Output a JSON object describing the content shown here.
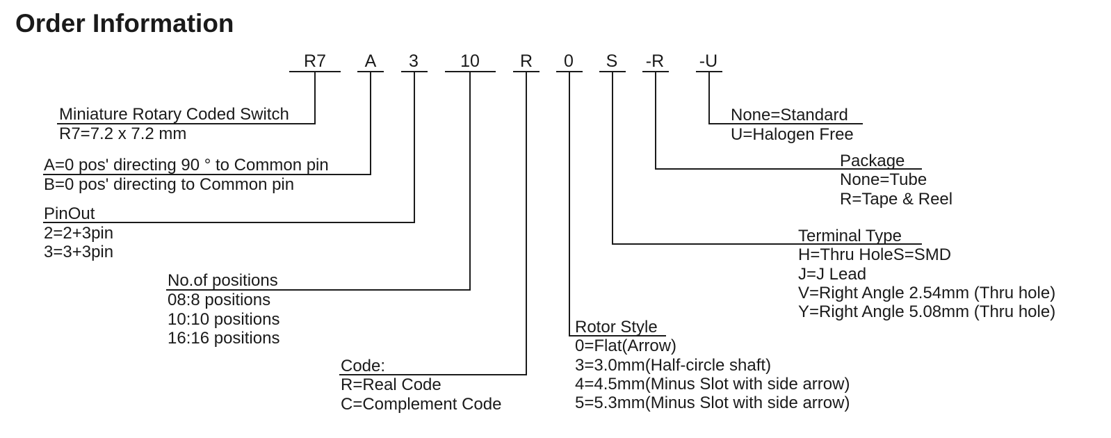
{
  "title": "Order Information",
  "code_segments": [
    "R7",
    "A",
    "3",
    "10",
    "R",
    "0",
    "S",
    "-R",
    "-U"
  ],
  "groups": {
    "series": {
      "heading": "Miniature Rotary Coded Switch",
      "lines": [
        "R7=7.2 x 7.2 mm"
      ]
    },
    "orientation": {
      "heading": "A=0 pos' directing 90 ° to Common pin",
      "lines": [
        "B=0 pos' directing to Common pin"
      ]
    },
    "pinout": {
      "heading": "PinOut",
      "lines": [
        "2=2+3pin",
        "3=3+3pin"
      ]
    },
    "positions": {
      "heading": "No.of positions",
      "lines": [
        "08:8 positions",
        "10:10 positions",
        "16:16 positions"
      ]
    },
    "code": {
      "heading": "Code:",
      "lines": [
        "R=Real Code",
        "C=Complement Code"
      ]
    },
    "rotor": {
      "heading": "Rotor Style",
      "lines": [
        "0=Flat(Arrow)",
        "3=3.0mm(Half-circle shaft)",
        "4=4.5mm(Minus Slot with side arrow)",
        "5=5.3mm(Minus Slot with side arrow)"
      ]
    },
    "terminal": {
      "heading": "Terminal Type",
      "lines": [
        "H=Thru HoleS=SMD",
        "J=J Lead",
        "V=Right Angle 2.54mm (Thru hole)",
        "Y=Right Angle 5.08mm (Thru hole)"
      ]
    },
    "package": {
      "heading": "Package",
      "lines": [
        "None=Tube",
        "R=Tape & Reel"
      ]
    },
    "halogen": {
      "heading": "None=Standard",
      "lines": [
        "U=Halogen Free"
      ]
    }
  }
}
